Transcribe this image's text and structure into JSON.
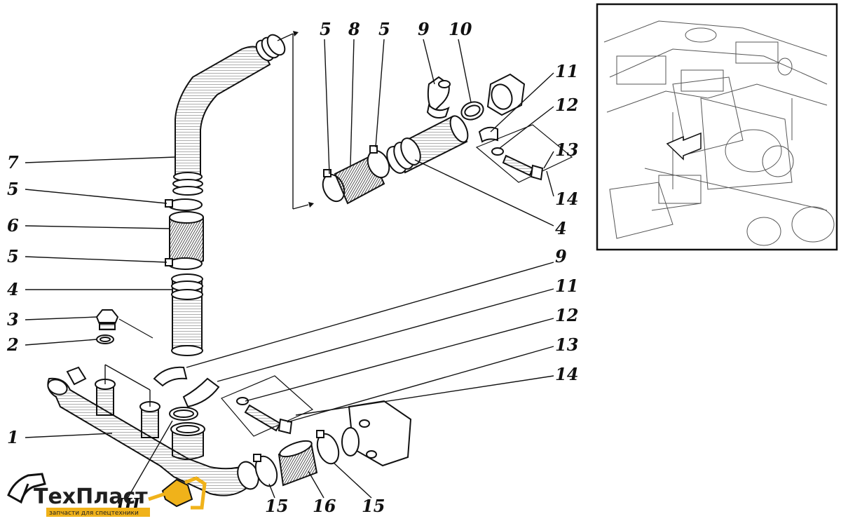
{
  "diagram": {
    "callouts_left": [
      "7",
      "5",
      "6",
      "5",
      "4",
      "3",
      "2",
      "1"
    ],
    "callouts_top": [
      "5",
      "8",
      "5",
      "9",
      "10"
    ],
    "callouts_right_top": [
      "11",
      "12",
      "13",
      "14",
      "4"
    ],
    "callouts_right_mid": [
      "9",
      "11",
      "12",
      "13",
      "14"
    ],
    "callouts_bottom": [
      "15",
      "16",
      "15",
      "III"
    ]
  },
  "logo": {
    "name": "ТехПласт",
    "tagline": "запчасти для спецтехники",
    "accent": "#f0b21a"
  },
  "inset": {
    "description": "engine-bay-location-view"
  }
}
